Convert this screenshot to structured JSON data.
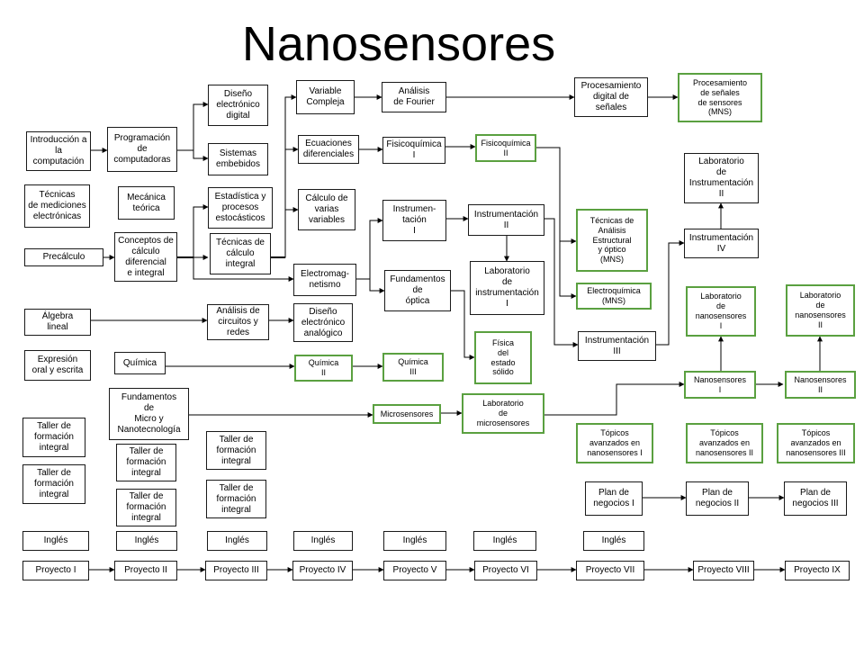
{
  "title": "Nanosensores",
  "colors": {
    "border": "#1a1a1a",
    "accent_border": "#5aa040",
    "line": "#000000",
    "background": "#ffffff"
  },
  "nodes": {
    "intro_comp": "Introducción a\nla\ncomputación",
    "tecnicas_med": "Técnicas\nde mediciones\nelectrónicas",
    "precalculo": "Precálculo",
    "algebra": "Álgebra\nlineal",
    "expresion": "Expresión\noral y escrita",
    "taller1": "Taller de\nformación\nintegral",
    "taller2": "Taller de\nformación\nintegral",
    "ingles1": "Inglés",
    "proyecto1": "Proyecto I",
    "programacion": "Programación\nde\ncomputadoras",
    "mecanica": "Mecánica\nteórica",
    "conceptos": "Conceptos de\ncálculo\ndiferencial\ne integral",
    "quimica": "Química",
    "fundamentos_micro": "Fundamentos\nde\nMicro y\nNanotecnología",
    "taller3": "Taller de\nformación\nintegral",
    "taller4": "Taller de\nformación\nintegral",
    "ingles2": "Inglés",
    "proyecto2": "Proyecto II",
    "diseno_digital": "Diseño\nelectrónico\ndigital",
    "sistemas": "Sistemas\nembebidos",
    "estadistica": "Estadística y\nprocesos\nestocásticos",
    "tecnicas_calc": "Técnicas de\ncálculo\nintegral",
    "analisis_circ": "Análisis de\ncircuitos y\nredes",
    "taller5": "Taller de\nformación\nintegral",
    "taller6": "Taller de\nformación\nintegral",
    "ingles3": "Inglés",
    "proyecto3": "Proyecto III",
    "variable": "Variable\nCompleja",
    "ecuaciones": "Ecuaciones\ndiferenciales",
    "calculo_varias": "Cálculo de\nvarias\nvariables",
    "electromag": "Electromag-\nnetismo",
    "diseno_analog": "Diseño\nelectrónico\nanalógico",
    "quimica2": "Química\nII",
    "ingles4": "Inglés",
    "proyecto4": "Proyecto IV",
    "fourier": "Análisis\nde Fourier",
    "fisicoquimica1": "Fisicoquímica\nI",
    "instrumentacion1": "Instrumen-\ntación\nI",
    "fund_optica": "Fundamentos\nde\nóptica",
    "quimica3": "Química\nIII",
    "microsensores": "Microsensores",
    "ingles5": "Inglés",
    "proyecto5": "Proyecto V",
    "fisicoquimica2": "Fisicoquímica\nII",
    "instrumentacion2": "Instrumentación\nII",
    "lab_instr1": "Laboratorio\nde\ninstrumentación\nI",
    "fisica_solido": "Física\ndel\nestado\nsólido",
    "lab_micro": "Laboratorio\nde\nmicrosensores",
    "ingles6": "Inglés",
    "proyecto6": "Proyecto VI",
    "proc_digital": "Procesamiento\ndigital de\nseñales",
    "tecnicas_estruct": "Técnicas de\nAnálisis\nEstructural\ny óptico\n(MNS)",
    "electroquimica": "Electroquímica\n(MNS)",
    "instrumentacion3": "Instrumentación\nIII",
    "topicos1": "Tópicos\navanzados en\nnanosensores  I",
    "plan1": "Plan de\nnegocios I",
    "ingles7": "Inglés",
    "proyecto7": "Proyecto VII",
    "proc_sensores": "Procesamiento\nde señales\nde sensores\n(MNS)",
    "lab_instr2": "Laboratorio\nde\nInstrumentación\nII",
    "instrumentacion4": "Instrumentación\nIV",
    "lab_nano1": "Laboratorio\nde\nnanosensores\nI",
    "nanosensores1": "Nanosensores\nI",
    "topicos2": "Tópicos\navanzados en\nnanosensores  II",
    "plan2": "Plan de\nnegocios II",
    "proyecto8": "Proyecto VIII",
    "lab_nano2": "Laboratorio\nde\nnanosensores\nII",
    "nanosensores2": "Nanosensores\nII",
    "topicos3": "Tópicos\navanzados en\nnanosensores  III",
    "plan3": "Plan de\nnegocios III",
    "proyecto9": "Proyecto IX"
  }
}
